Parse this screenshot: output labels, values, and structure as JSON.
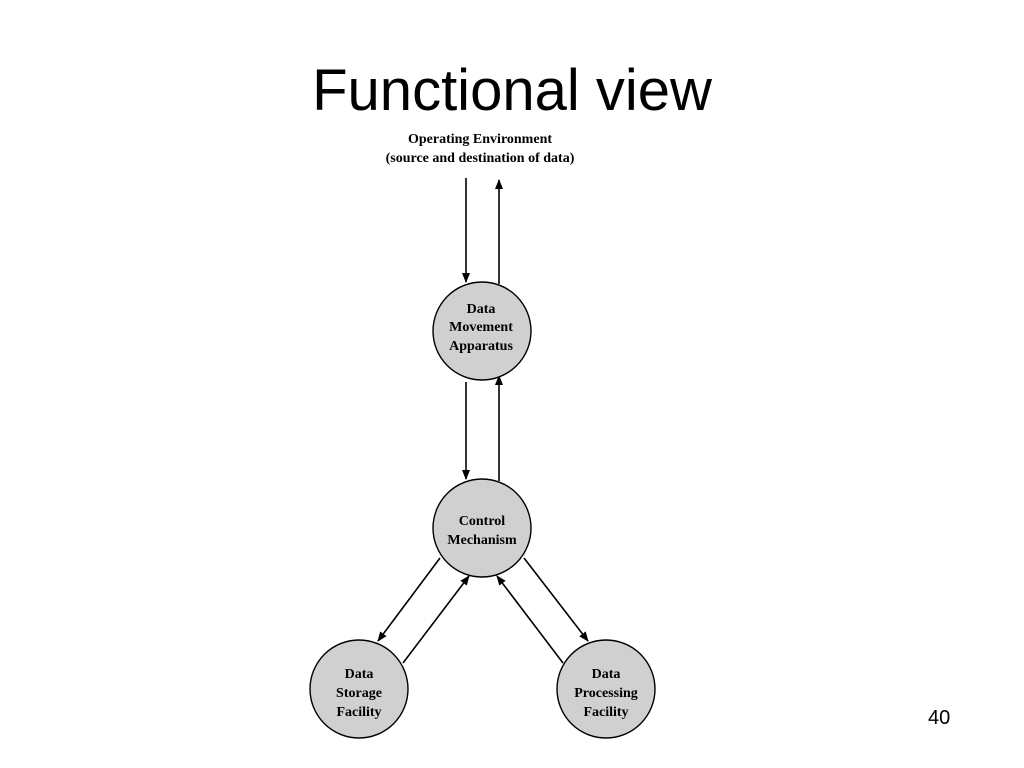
{
  "slide": {
    "title": "Functional view",
    "page_number": "40"
  },
  "diagram": {
    "environment": {
      "line1": "Operating Environment",
      "line2": "(source and destination of data)"
    },
    "nodes": {
      "data_movement": [
        "Data",
        "Movement",
        "Apparatus"
      ],
      "control": [
        "Control",
        "Mechanism"
      ],
      "data_storage": [
        "Data",
        "Storage",
        "Facility"
      ],
      "data_processing": [
        "Data",
        "Processing",
        "Facility"
      ]
    },
    "colors": {
      "node_fill": "#d0d0d0",
      "stroke": "#000000"
    }
  }
}
